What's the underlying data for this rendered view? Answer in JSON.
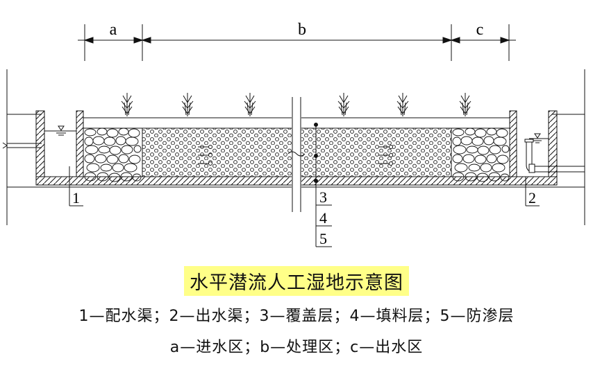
{
  "title": "水平潜流人工湿地示意图",
  "legend_line1": "1—配水渠；2—出水渠；3—覆盖层；4—填料层；5—防渗层",
  "legend_line2": "a—进水区；b—处理区；c—出水区",
  "zones": {
    "a": "a",
    "b": "b",
    "c": "c"
  },
  "callouts": {
    "one": "1",
    "two": "2",
    "three": "3",
    "four": "4",
    "five": "5"
  },
  "colors": {
    "title_highlight": "#ffff88",
    "line": "#111111"
  }
}
